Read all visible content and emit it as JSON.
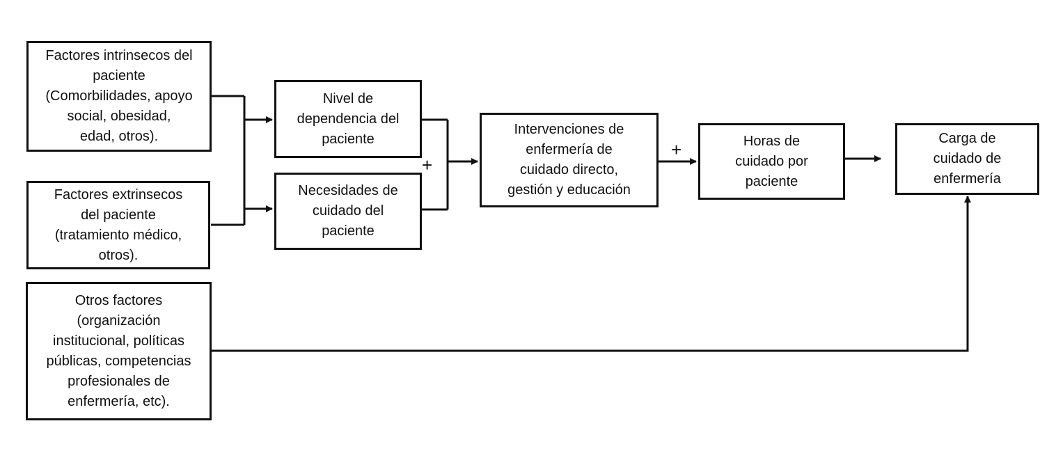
{
  "diagram": {
    "nodes": {
      "intrinsic": {
        "lines": [
          "Factores intrinsecos del",
          "paciente",
          "(Comorbilidades, apoyo",
          "social, obesidad,",
          "edad, otros)."
        ]
      },
      "extrinsic": {
        "lines": [
          "Factores extrinsecos",
          "del paciente",
          "(tratamiento médico,",
          "otros)."
        ]
      },
      "other": {
        "lines": [
          "Otros factores",
          "(organización",
          "institucional, políticas",
          "públicas, competencias",
          "profesionales de",
          "enfermería, etc)."
        ]
      },
      "dependency": {
        "lines": [
          "Nivel de",
          "dependencia del",
          "paciente"
        ]
      },
      "needs": {
        "lines": [
          "Necesidades de",
          "cuidado del",
          "paciente"
        ]
      },
      "interventions": {
        "lines": [
          "Intervenciones de",
          "enfermería de",
          "cuidado directo,",
          "gestión y educación"
        ]
      },
      "hours": {
        "lines": [
          "Horas de",
          "cuidado por",
          "paciente"
        ]
      },
      "burden": {
        "lines": [
          "Carga de",
          "cuidado de",
          "enfermería"
        ]
      }
    },
    "operators": {
      "plus_1": "+",
      "plus_2": "+"
    }
  }
}
